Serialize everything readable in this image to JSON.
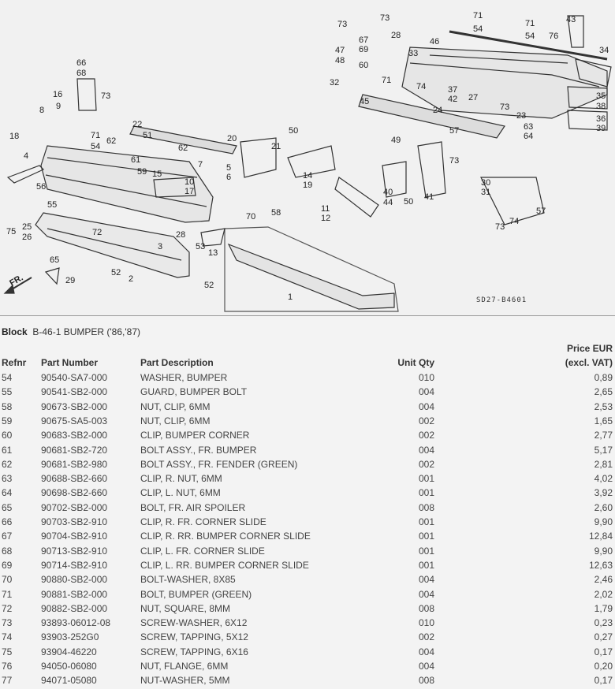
{
  "diagram": {
    "drawing_code": "SD27-B4601",
    "front_label": "FR.",
    "callouts": [
      "73",
      "73",
      "71",
      "54",
      "71",
      "54",
      "43",
      "76",
      "34",
      "47",
      "48",
      "69",
      "67",
      "60",
      "28",
      "33",
      "46",
      "32",
      "71",
      "74",
      "37",
      "42",
      "27",
      "73",
      "24",
      "23",
      "63",
      "64",
      "45",
      "35",
      "38",
      "36",
      "39",
      "49",
      "57",
      "73",
      "41",
      "50",
      "40",
      "44",
      "30",
      "31",
      "73",
      "74",
      "57",
      "66",
      "68",
      "73",
      "16",
      "9",
      "8",
      "18",
      "4",
      "71",
      "62",
      "54",
      "22",
      "51",
      "62",
      "20",
      "50",
      "21",
      "61",
      "59",
      "15",
      "10",
      "17",
      "7",
      "5",
      "6",
      "14",
      "19",
      "11",
      "12",
      "56",
      "58",
      "70",
      "25",
      "26",
      "75",
      "72",
      "28",
      "3",
      "53",
      "13",
      "65",
      "52",
      "2",
      "29",
      "52",
      "1",
      "55"
    ]
  },
  "block": {
    "label": "Block",
    "title": "B-46-1 BUMPER ('86,'87)"
  },
  "table": {
    "headers": {
      "refnr": "Refnr",
      "part_number": "Part Number",
      "description": "Part Description",
      "unit_qty": "Unit Qty",
      "price_line1": "Price EUR",
      "price_line2": "(excl. VAT)"
    },
    "rows": [
      {
        "refnr": "54",
        "part_number": "90540-SA7-000",
        "description": "WASHER, BUMPER",
        "unit_qty": "010",
        "price": "0,89"
      },
      {
        "refnr": "55",
        "part_number": "90541-SB2-000",
        "description": "GUARD, BUMPER BOLT",
        "unit_qty": "004",
        "price": "2,65"
      },
      {
        "refnr": "58",
        "part_number": "90673-SB2-000",
        "description": "NUT, CLIP, 6MM",
        "unit_qty": "004",
        "price": "2,53"
      },
      {
        "refnr": "59",
        "part_number": "90675-SA5-003",
        "description": "NUT, CLIP, 6MM",
        "unit_qty": "002",
        "price": "1,65"
      },
      {
        "refnr": "60",
        "part_number": "90683-SB2-000",
        "description": "CLIP, BUMPER CORNER",
        "unit_qty": "002",
        "price": "2,77"
      },
      {
        "refnr": "61",
        "part_number": "90681-SB2-720",
        "description": "BOLT ASSY., FR. BUMPER",
        "unit_qty": "004",
        "price": "5,17"
      },
      {
        "refnr": "62",
        "part_number": "90681-SB2-980",
        "description": "BOLT ASSY., FR. FENDER (GREEN)",
        "unit_qty": "002",
        "price": "2,81"
      },
      {
        "refnr": "63",
        "part_number": "90688-SB2-660",
        "description": "CLIP, R. NUT, 6MM",
        "unit_qty": "001",
        "price": "4,02"
      },
      {
        "refnr": "64",
        "part_number": "90698-SB2-660",
        "description": "CLIP, L. NUT, 6MM",
        "unit_qty": "001",
        "price": "3,92"
      },
      {
        "refnr": "65",
        "part_number": "90702-SB2-000",
        "description": "BOLT, FR. AIR SPOILER",
        "unit_qty": "008",
        "price": "2,60"
      },
      {
        "refnr": "66",
        "part_number": "90703-SB2-910",
        "description": "CLIP, R. FR. CORNER SLIDE",
        "unit_qty": "001",
        "price": "9,90"
      },
      {
        "refnr": "67",
        "part_number": "90704-SB2-910",
        "description": "CLIP, R. RR. BUMPER CORNER SLIDE",
        "unit_qty": "001",
        "price": "12,84"
      },
      {
        "refnr": "68",
        "part_number": "90713-SB2-910",
        "description": "CLIP, L. FR. CORNER SLIDE",
        "unit_qty": "001",
        "price": "9,90"
      },
      {
        "refnr": "69",
        "part_number": "90714-SB2-910",
        "description": "CLIP, L. RR. BUMPER CORNER SLIDE",
        "unit_qty": "001",
        "price": "12,63"
      },
      {
        "refnr": "70",
        "part_number": "90880-SB2-000",
        "description": "BOLT-WASHER, 8X85",
        "unit_qty": "004",
        "price": "2,46"
      },
      {
        "refnr": "71",
        "part_number": "90881-SB2-000",
        "description": "BOLT, BUMPER (GREEN)",
        "unit_qty": "004",
        "price": "2,02"
      },
      {
        "refnr": "72",
        "part_number": "90882-SB2-000",
        "description": "NUT, SQUARE, 8MM",
        "unit_qty": "008",
        "price": "1,79"
      },
      {
        "refnr": "73",
        "part_number": "93893-06012-08",
        "description": "SCREW-WASHER, 6X12",
        "unit_qty": "010",
        "price": "0,23"
      },
      {
        "refnr": "74",
        "part_number": "93903-252G0",
        "description": "SCREW, TAPPING, 5X12",
        "unit_qty": "002",
        "price": "0,27"
      },
      {
        "refnr": "75",
        "part_number": "93904-46220",
        "description": "SCREW, TAPPING, 6X16",
        "unit_qty": "004",
        "price": "0,17"
      },
      {
        "refnr": "76",
        "part_number": "94050-06080",
        "description": "NUT, FLANGE, 6MM",
        "unit_qty": "004",
        "price": "0,20"
      },
      {
        "refnr": "77",
        "part_number": "94071-05080",
        "description": "NUT-WASHER, 5MM",
        "unit_qty": "008",
        "price": "0,17"
      }
    ]
  }
}
